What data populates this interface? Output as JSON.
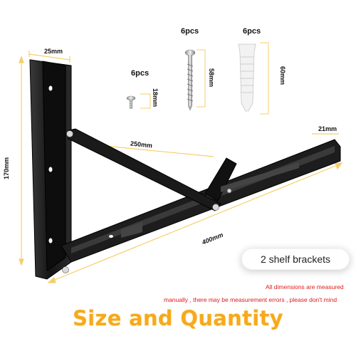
{
  "hardware": {
    "small_screw": {
      "qty": "6pcs",
      "length": "18mm",
      "icon": "small-screw-icon"
    },
    "long_screw": {
      "qty": "6pcs",
      "length": "58mm",
      "icon": "long-screw-icon"
    },
    "anchor": {
      "qty": "6pcs",
      "length": "60mm",
      "icon": "wall-anchor-icon"
    }
  },
  "bracket_dimensions": {
    "width_top": "25mm",
    "height": "170mm",
    "brace": "250mm",
    "tip_width": "21mm",
    "length": "400mm"
  },
  "pill_label": "2 shelf brackets",
  "notice": {
    "line1": "All dimensions are measured",
    "line2": "manually , there may be measurement errors , please don't mind"
  },
  "headline": "Size and Quantity",
  "colors": {
    "bracket": "#1b1b1b",
    "dimension_line": "#f4cf6a",
    "headline": "#f6a91e",
    "notice": "#e01818"
  }
}
